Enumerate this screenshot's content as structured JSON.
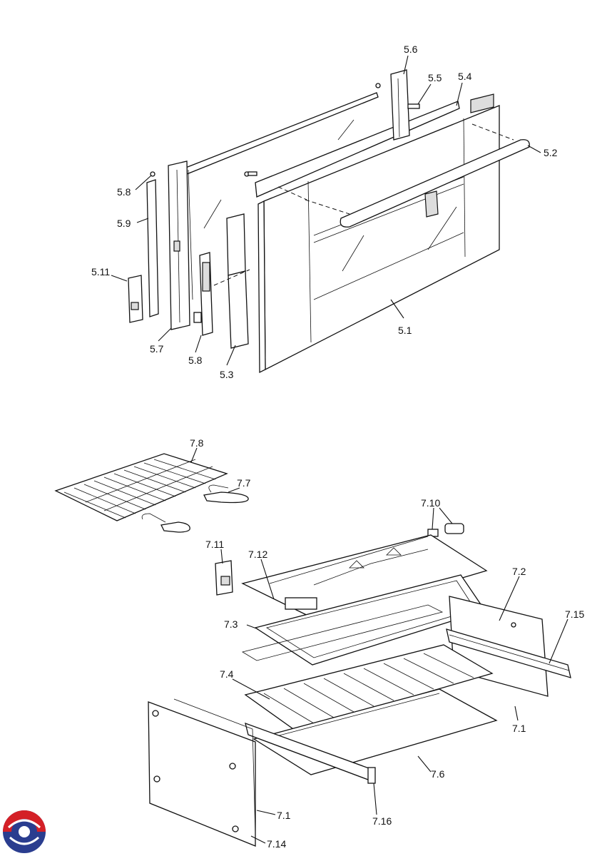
{
  "door_assembly": {
    "labels": {
      "l5_6": "5.6",
      "l5_5": "5.5",
      "l5_4": "5.4",
      "l5_2": "5.2",
      "l5_8a": "5.8",
      "l5_9": "5.9",
      "l5_11": "5.11",
      "l5_7": "5.7",
      "l5_8b": "5.8",
      "l5_3": "5.3",
      "l5_1": "5.1"
    }
  },
  "oven_assembly": {
    "labels": {
      "l7_8": "7.8",
      "l7_7": "7.7",
      "l7_10": "7.10",
      "l7_11": "7.11",
      "l7_12": "7.12",
      "l7_2": "7.2",
      "l7_15": "7.15",
      "l7_3": "7.3",
      "l7_4": "7.4",
      "l7_1a": "7.1",
      "l7_6": "7.6",
      "l7_16": "7.16",
      "l7_1b": "7.1",
      "l7_14": "7.14"
    }
  },
  "logo": {
    "name": "brand-logo",
    "colors": {
      "red": "#d42027",
      "blue": "#2a3d8f"
    }
  }
}
